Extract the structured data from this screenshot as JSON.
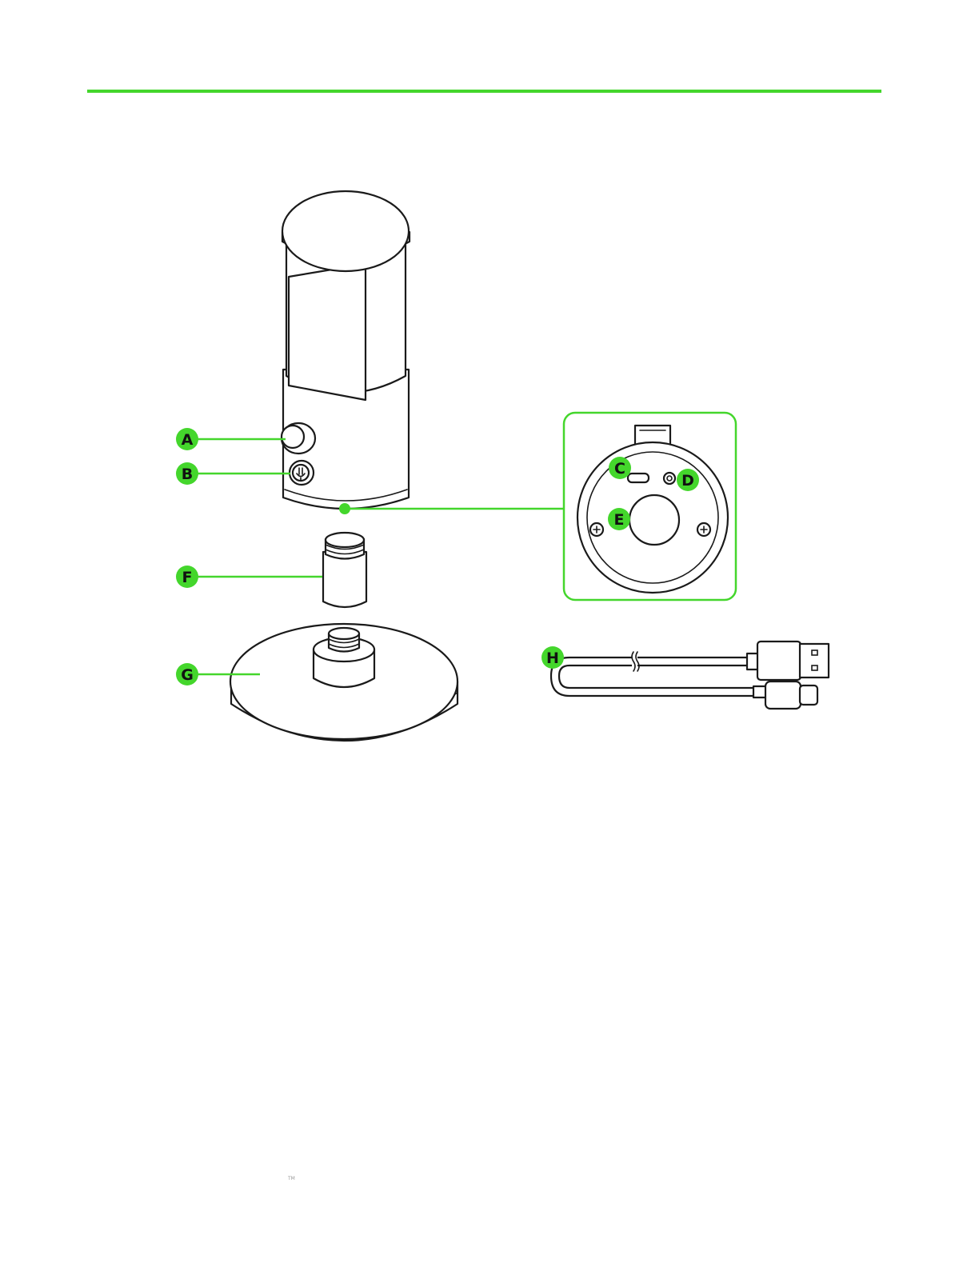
{
  "colors": {
    "accent": "#44d62c",
    "line": "#1a1a1a",
    "background": "#ffffff"
  },
  "labels": {
    "a": "A",
    "b": "B",
    "c": "C",
    "d": "D",
    "e": "E",
    "f": "F",
    "g": "G",
    "h": "H"
  },
  "footer": {
    "mark": "TM"
  }
}
